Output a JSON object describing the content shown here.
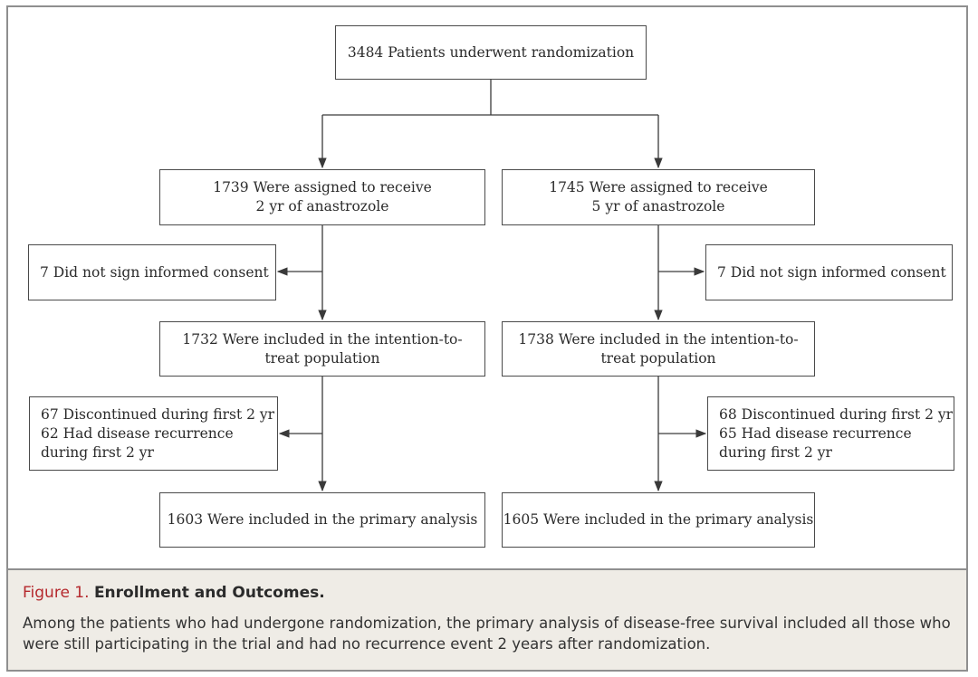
{
  "diagram": {
    "randomized": "3484 Patients underwent randomization",
    "left": {
      "assigned": "1739 Were assigned to receive\n2 yr of anastrozole",
      "excluded_consent": "7 Did not sign informed consent",
      "itt": "1732 Were included in the intention-to-\ntreat population",
      "excluded_followup": "67 Discontinued during first 2 yr\n62 Had disease recurrence\n      during first 2 yr",
      "primary": "1603 Were included in the primary analysis"
    },
    "right": {
      "assigned": "1745 Were assigned to receive\n5 yr of anastrozole",
      "excluded_consent": "7 Did not sign informed consent",
      "itt": "1738 Were included in the intention-to-\ntreat population",
      "excluded_followup": "68 Discontinued during first 2 yr\n65 Had disease recurrence\n      during first 2 yr",
      "primary": "1605 Were included in the primary analysis"
    }
  },
  "caption": {
    "label": "Figure 1.",
    "heading": "Enrollment and Outcomes.",
    "body": "Among the patients who had undergone randomization, the primary analysis of disease-free survival included all those who were still participating in the trial and had no recurrence event 2 years after randomization."
  },
  "colors": {
    "border": "#4a4a4a",
    "caption_bg": "#efece6",
    "figure_label": "#b5282c"
  }
}
